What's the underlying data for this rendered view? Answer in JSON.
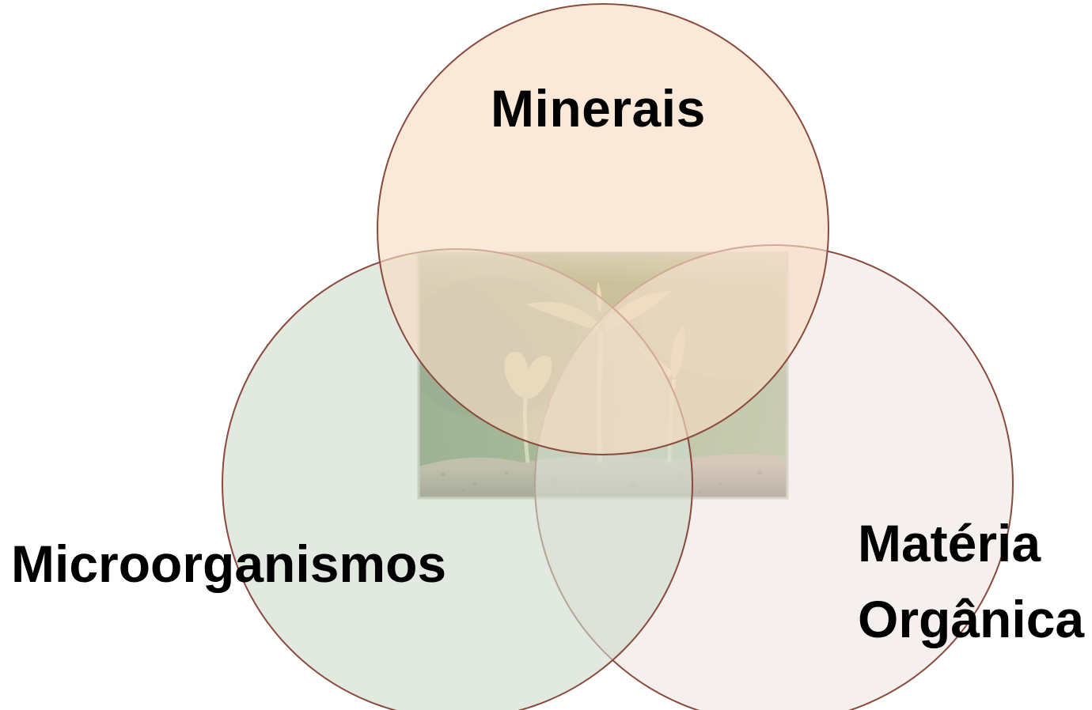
{
  "diagram": {
    "type": "venn",
    "sets": [
      {
        "id": "minerais",
        "label": "Minerais",
        "color": "#f9e3cf"
      },
      {
        "id": "microorganismos",
        "label": "Microorganismos",
        "color": "#d8e4d8"
      },
      {
        "id": "materia-organica",
        "label_lines": [
          "Matéria",
          "Orgânica"
        ],
        "color": "#f2ebe8"
      }
    ],
    "center_image": "seedlings-in-soil",
    "outline_color": "#8a4a3c"
  }
}
